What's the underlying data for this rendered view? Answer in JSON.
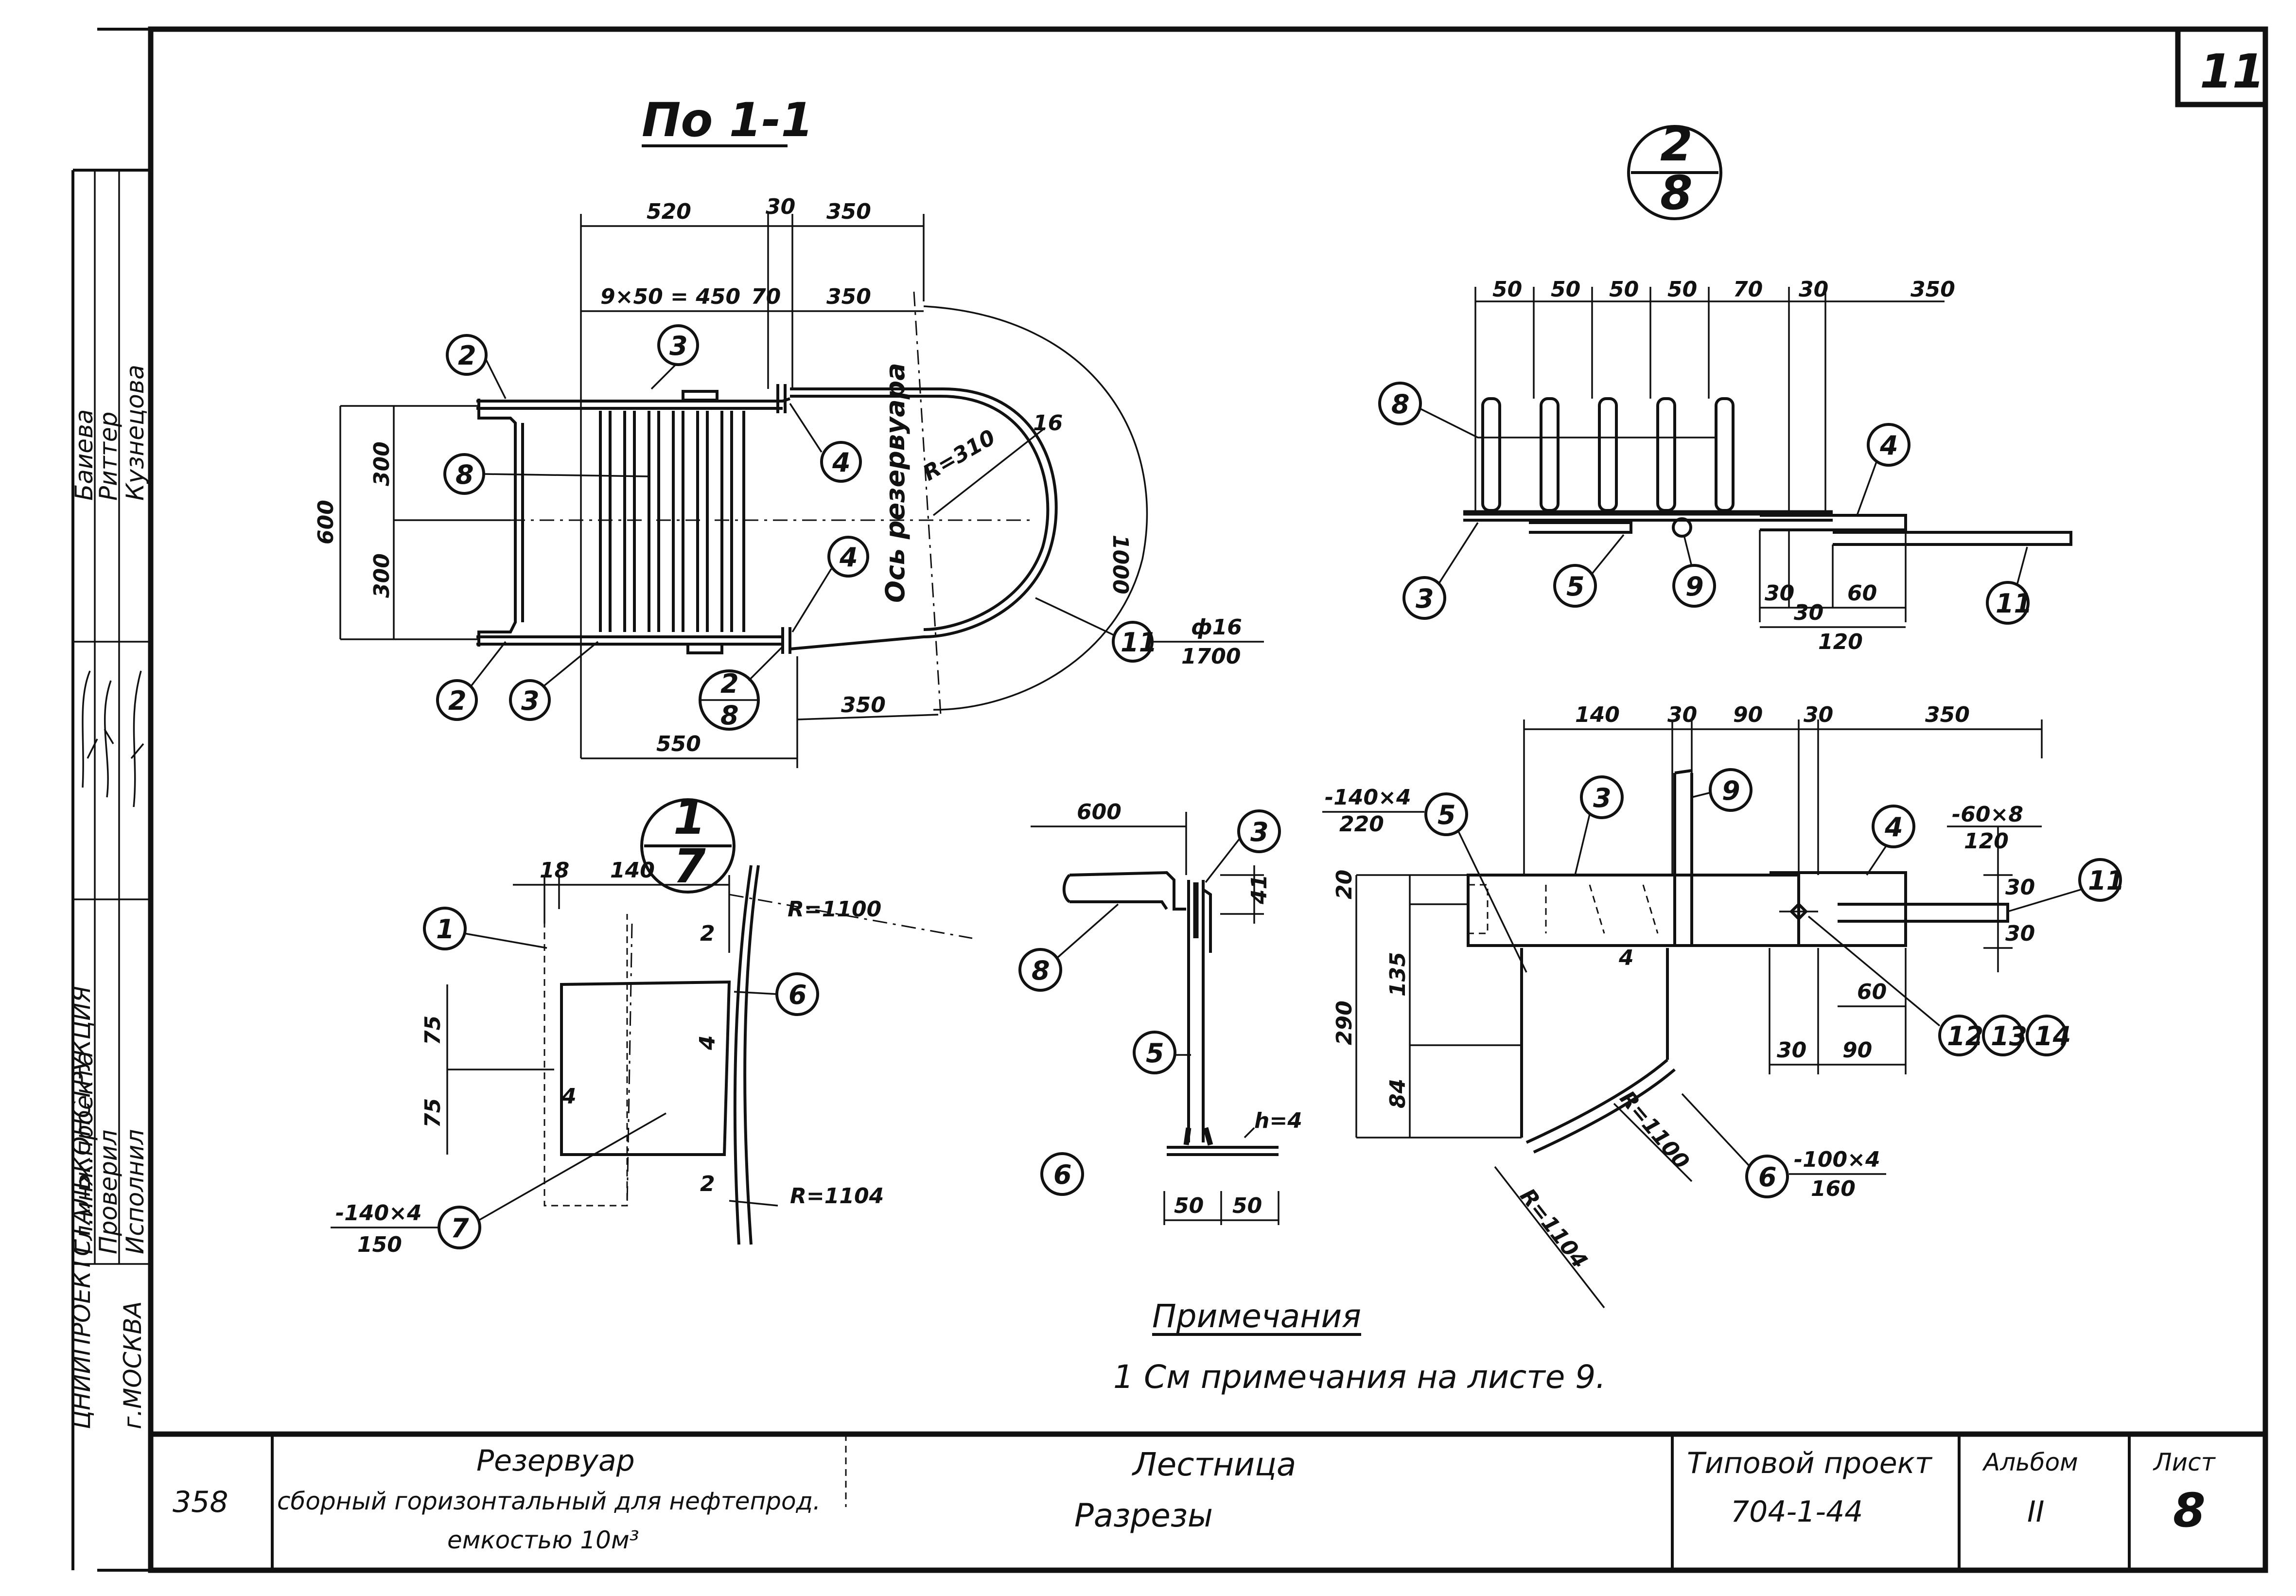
{
  "sheet_number": "11",
  "main_view": {
    "title": "По 1-1",
    "dims": {
      "d520": "520",
      "d30": "30",
      "d350a": "350",
      "d9x50": "9×50 = 450",
      "d70": "70",
      "d350b": "350",
      "d600": "600",
      "d300a": "300",
      "d300b": "300",
      "d550": "550",
      "d350c": "350",
      "r310": "R=310",
      "d16": "16",
      "d1000": "1000",
      "axis": "Ось резервуара",
      "rod_top": "ф16",
      "rod_bot": "1700"
    },
    "callouts": {
      "c2a": "2",
      "c3a": "3",
      "c8": "8",
      "c4a": "4",
      "c4b": "4",
      "c2b": "2",
      "c3b": "3",
      "c11": "11",
      "ref_top": "2",
      "ref_bot": "8"
    }
  },
  "node_2_8": {
    "circle_top": "2",
    "circle_bot": "8",
    "dims": {
      "d50a": "50",
      "d50b": "50",
      "d50c": "50",
      "d50d": "50",
      "d70": "70",
      "d30": "30",
      "d350": "350",
      "d30b": "30",
      "d30c": "30",
      "d60": "60",
      "d120": "120"
    },
    "callouts": {
      "c8": "8",
      "c4": "4",
      "c3": "3",
      "c5": "5",
      "c9": "9",
      "c11": "11"
    }
  },
  "node_1_7": {
    "circle_top": "1",
    "circle_bot": "7",
    "dims": {
      "d18": "18",
      "d140": "140",
      "r1100": "R=1100",
      "d2a": "2",
      "d4": "4",
      "d75a": "75",
      "d75b": "75",
      "d4b": "4",
      "d2b": "2",
      "r1104": "R=1104",
      "p7_top": "-140×4",
      "p7_bot": "150"
    },
    "callouts": {
      "c1": "1",
      "c6": "6",
      "c7": "7"
    }
  },
  "section_b": {
    "dims": {
      "d600": "600",
      "d41": "41",
      "h4": "h=4",
      "d50a": "50",
      "d50b": "50"
    },
    "callouts": {
      "c3": "3",
      "c8": "8",
      "c5": "5",
      "c6": "6"
    }
  },
  "plate_detail": {
    "dims": {
      "d140": "140",
      "d30a": "30",
      "d90a": "90",
      "d30b": "30",
      "d350": "350",
      "p5_top": "-140×4",
      "p5_bot": "220",
      "p4_top": "-60×8",
      "p4_bot": "120",
      "d20": "20",
      "d290": "290",
      "d135": "135",
      "d84": "84",
      "d4": "4",
      "d30c": "30",
      "d30d": "30",
      "d60": "60",
      "d30e": "30",
      "d90b": "90",
      "r1100": "R=1100",
      "r1104": "R=1104",
      "p6_top": "-100×4",
      "p6_bot": "160"
    },
    "callouts": {
      "c5": "5",
      "c3": "3",
      "c9": "9",
      "c4": "4",
      "c11": "11",
      "c12": "12",
      "c13": "13",
      "c14": "14",
      "c6": "6"
    }
  },
  "notes": {
    "heading": "Примечания",
    "line1": "1 См примечания на листе 9."
  },
  "left_strip": {
    "org1": "ЦНИИПРОЕКТСТАЛЬКОНСТРУКЦИЯ",
    "org2": "г.МОСКВА",
    "role1": "Гл.инж.проекта",
    "role2": "Проверил",
    "role3": "Исполнил",
    "name1": "Баиева",
    "name2": "Риттер",
    "name3": "Кузнецова"
  },
  "title_block": {
    "code": "358",
    "object_line1": "Резервуар",
    "object_line2": "сборный горизонтальный для нефтепрод.",
    "object_line3": "емкостью 10м³",
    "drawing_line1": "Лестница",
    "drawing_line2": "Разрезы",
    "project_label": "Типовой проект",
    "project_number": "704-1-44",
    "album_label": "Альбом",
    "album_value": "II",
    "sheet_label": "Лист",
    "sheet_value": "8"
  }
}
